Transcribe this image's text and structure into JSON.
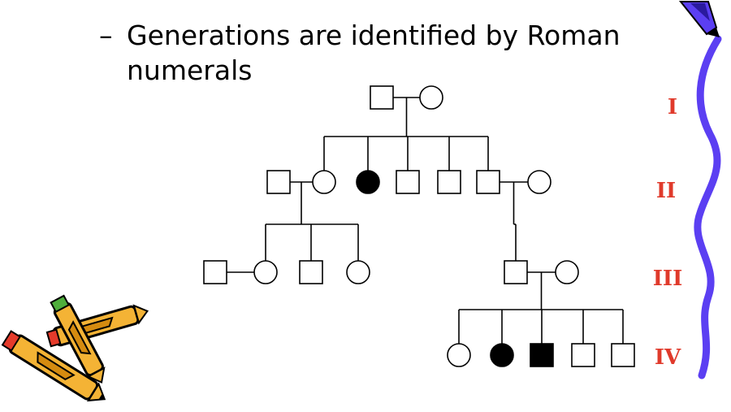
{
  "slide": {
    "bullet_marker": "–",
    "bullet_text": "Generations are identified by Roman numerals"
  },
  "generations": [
    "I",
    "II",
    "III",
    "IV"
  ],
  "pedigree": {
    "individuals": [
      {
        "id": "I-1",
        "generation": "I",
        "sex": "male",
        "affected": false
      },
      {
        "id": "I-2",
        "generation": "I",
        "sex": "female",
        "affected": false
      },
      {
        "id": "II-1",
        "generation": "II",
        "sex": "male",
        "affected": false,
        "married_in": true
      },
      {
        "id": "II-2",
        "generation": "II",
        "sex": "female",
        "affected": false
      },
      {
        "id": "II-3",
        "generation": "II",
        "sex": "female",
        "affected": true
      },
      {
        "id": "II-4",
        "generation": "II",
        "sex": "male",
        "affected": false
      },
      {
        "id": "II-5",
        "generation": "II",
        "sex": "male",
        "affected": false
      },
      {
        "id": "II-6",
        "generation": "II",
        "sex": "male",
        "affected": false
      },
      {
        "id": "II-7",
        "generation": "II",
        "sex": "female",
        "affected": false,
        "married_in": true
      },
      {
        "id": "III-1",
        "generation": "III",
        "sex": "male",
        "affected": false,
        "married_in": true
      },
      {
        "id": "III-2",
        "generation": "III",
        "sex": "female",
        "affected": false
      },
      {
        "id": "III-3",
        "generation": "III",
        "sex": "male",
        "affected": false
      },
      {
        "id": "III-4",
        "generation": "III",
        "sex": "female",
        "affected": false
      },
      {
        "id": "III-5",
        "generation": "III",
        "sex": "male",
        "affected": false
      },
      {
        "id": "III-6",
        "generation": "III",
        "sex": "female",
        "affected": false,
        "married_in": true
      },
      {
        "id": "IV-1",
        "generation": "IV",
        "sex": "female",
        "affected": false
      },
      {
        "id": "IV-2",
        "generation": "IV",
        "sex": "female",
        "affected": true
      },
      {
        "id": "IV-3",
        "generation": "IV",
        "sex": "male",
        "affected": true
      },
      {
        "id": "IV-4",
        "generation": "IV",
        "sex": "male",
        "affected": false
      },
      {
        "id": "IV-5",
        "generation": "IV",
        "sex": "male",
        "affected": false
      }
    ],
    "couples": [
      [
        "I-1",
        "I-2"
      ],
      [
        "II-1",
        "II-2"
      ],
      [
        "II-6",
        "II-7"
      ],
      [
        "III-1",
        "III-2"
      ],
      [
        "III-5",
        "III-6"
      ]
    ],
    "families": [
      {
        "parents": [
          "I-1",
          "I-2"
        ],
        "children": [
          "II-2",
          "II-3",
          "II-4",
          "II-5",
          "II-6"
        ]
      },
      {
        "parents": [
          "II-1",
          "II-2"
        ],
        "children": [
          "III-2",
          "III-3",
          "III-4"
        ]
      },
      {
        "parents": [
          "II-6",
          "II-7"
        ],
        "children": [
          "III-5"
        ]
      },
      {
        "parents": [
          "III-5",
          "III-6"
        ],
        "children": [
          "IV-1",
          "IV-2",
          "IV-3",
          "IV-4",
          "IV-5"
        ]
      }
    ]
  },
  "colors": {
    "generation_label": "#e03a2b",
    "border_wave": "#5b3ff2",
    "symbol_stroke": "#000000",
    "affected_fill": "#000000"
  }
}
